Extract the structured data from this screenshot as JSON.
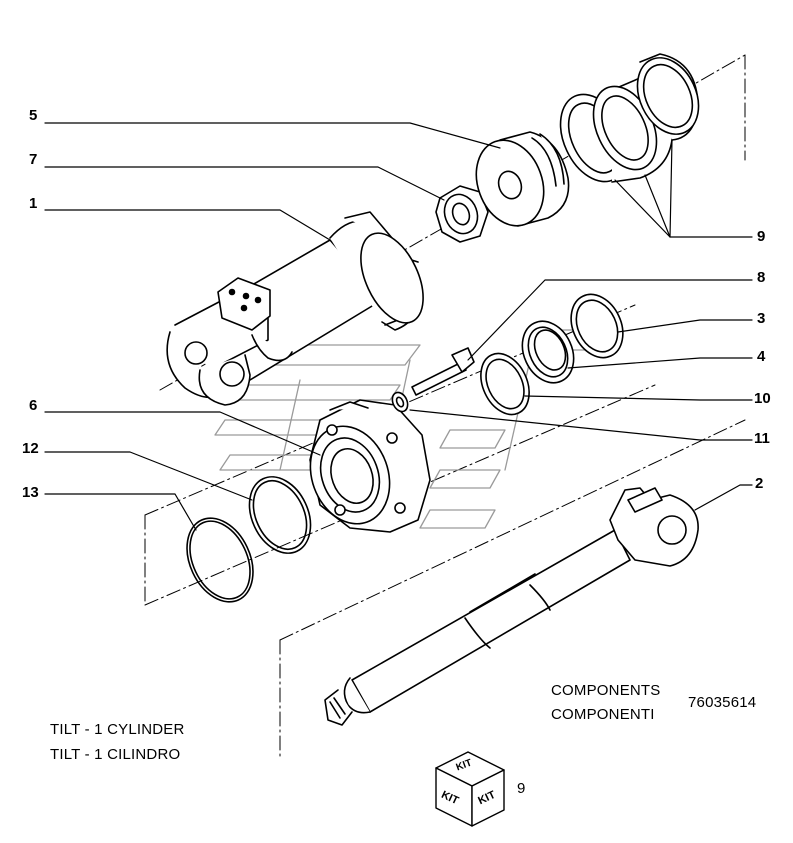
{
  "callouts": {
    "c1": "1",
    "c2": "2",
    "c3": "3",
    "c4": "4",
    "c5": "5",
    "c6": "6",
    "c7": "7",
    "c8": "8",
    "c9_top": "9",
    "c10": "10",
    "c11": "11",
    "c12": "12",
    "c13": "13"
  },
  "caption": {
    "components_en": "COMPONENTS",
    "components_it": "COMPONENTI",
    "part_number": "76035614",
    "title_en": "TILT - 1 CYLINDER",
    "title_it": "TILT - 1 CILINDRO"
  },
  "kit": {
    "face_label": "KIT",
    "number": "9"
  }
}
